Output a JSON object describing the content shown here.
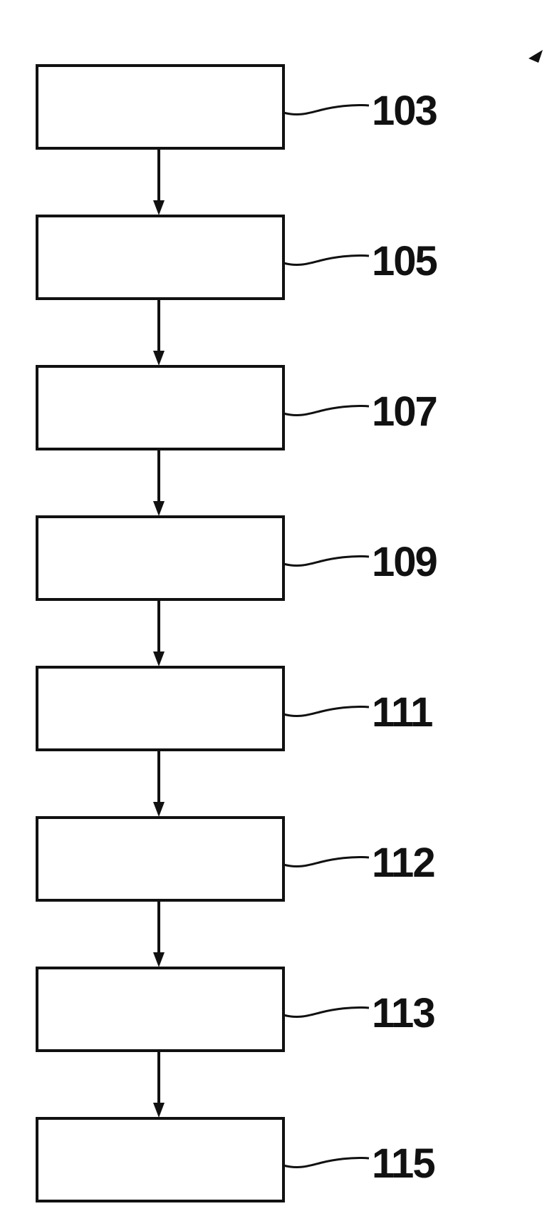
{
  "diagram": {
    "type": "flowchart",
    "steps": [
      {
        "ref": "103"
      },
      {
        "ref": "105"
      },
      {
        "ref": "107"
      },
      {
        "ref": "109"
      },
      {
        "ref": "111"
      },
      {
        "ref": "112"
      },
      {
        "ref": "113"
      },
      {
        "ref": "115"
      }
    ],
    "edges": [
      {
        "from": "103",
        "to": "105"
      },
      {
        "from": "105",
        "to": "107"
      },
      {
        "from": "107",
        "to": "109"
      },
      {
        "from": "109",
        "to": "111"
      },
      {
        "from": "111",
        "to": "112"
      },
      {
        "from": "112",
        "to": "113"
      },
      {
        "from": "113",
        "to": "115"
      }
    ],
    "stroke_color": "#111111",
    "background": "#ffffff"
  }
}
